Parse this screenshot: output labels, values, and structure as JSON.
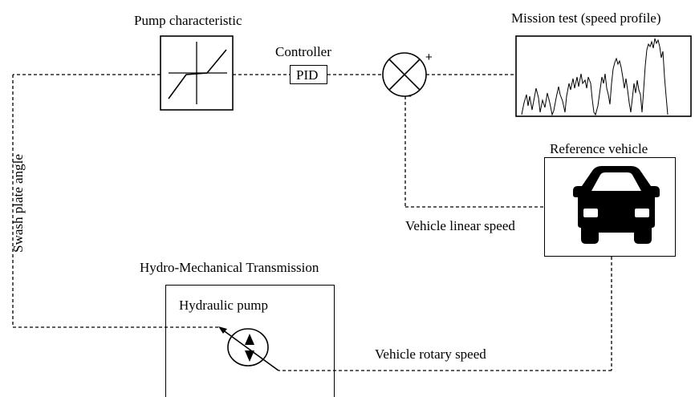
{
  "labels": {
    "pump_characteristic": "Pump characteristic",
    "controller": "Controller",
    "pid": "PID",
    "mission_test": "Mission test (speed profile)",
    "reference_vehicle": "Reference vehicle",
    "vehicle_linear_speed": "Vehicle linear speed",
    "swash_plate_angle": "Swash plate angle",
    "hmt": "Hydro-Mechanical Transmission",
    "hydraulic_pump": "Hydraulic pump",
    "vehicle_rotary_speed": "Vehicle rotary speed",
    "plus": "+",
    "minus": "-"
  },
  "icons": {
    "car": "car-icon",
    "summing_junction": "summing-junction-icon",
    "pump": "variable-pump-icon"
  },
  "colors": {
    "line": "#000000",
    "background": "#ffffff"
  }
}
